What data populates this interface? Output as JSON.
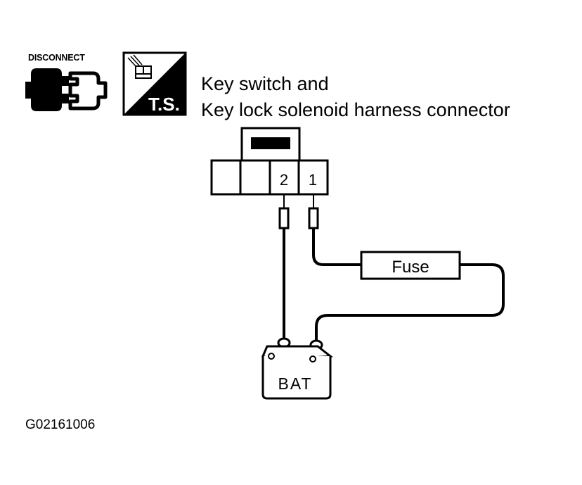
{
  "icons": {
    "disconnect": {
      "label": "DISCONNECT",
      "icon": "disconnect-connector-icon"
    },
    "ts": {
      "label": "T.S.",
      "icon": "ts-troubleshooting-icon"
    }
  },
  "title": {
    "line1": "Key switch and",
    "line2": "Key lock solenoid harness connector"
  },
  "connector": {
    "terminal_labels": [
      "2",
      "1"
    ]
  },
  "components": {
    "fuse_label": "Fuse",
    "battery_label": "BAT"
  },
  "figure_id": "G02161006",
  "colors": {
    "line": "#000000",
    "background": "#ffffff"
  }
}
